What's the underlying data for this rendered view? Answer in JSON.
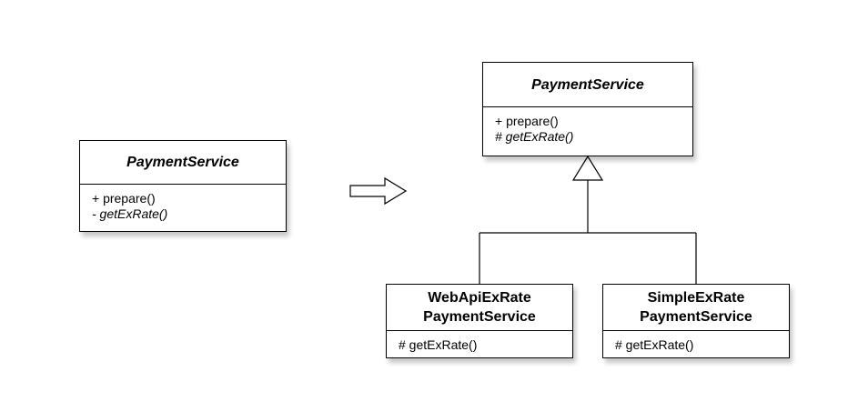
{
  "diagram": {
    "left_class": {
      "name": "PaymentService",
      "operations": [
        "+ prepare()",
        "- getExRate()"
      ]
    },
    "parent_class": {
      "name": "PaymentService",
      "operations": [
        "+ prepare()",
        "# getExRate()"
      ]
    },
    "child_webapi": {
      "name_line1": "WebApiExRate",
      "name_line2": "PaymentService",
      "operations": [
        "# getExRate()"
      ]
    },
    "child_simple": {
      "name_line1": "SimpleExRate",
      "name_line2": "PaymentService",
      "operations": [
        "# getExRate()"
      ]
    },
    "colors": {
      "stroke": "#000000",
      "fill": "#ffffff"
    }
  }
}
